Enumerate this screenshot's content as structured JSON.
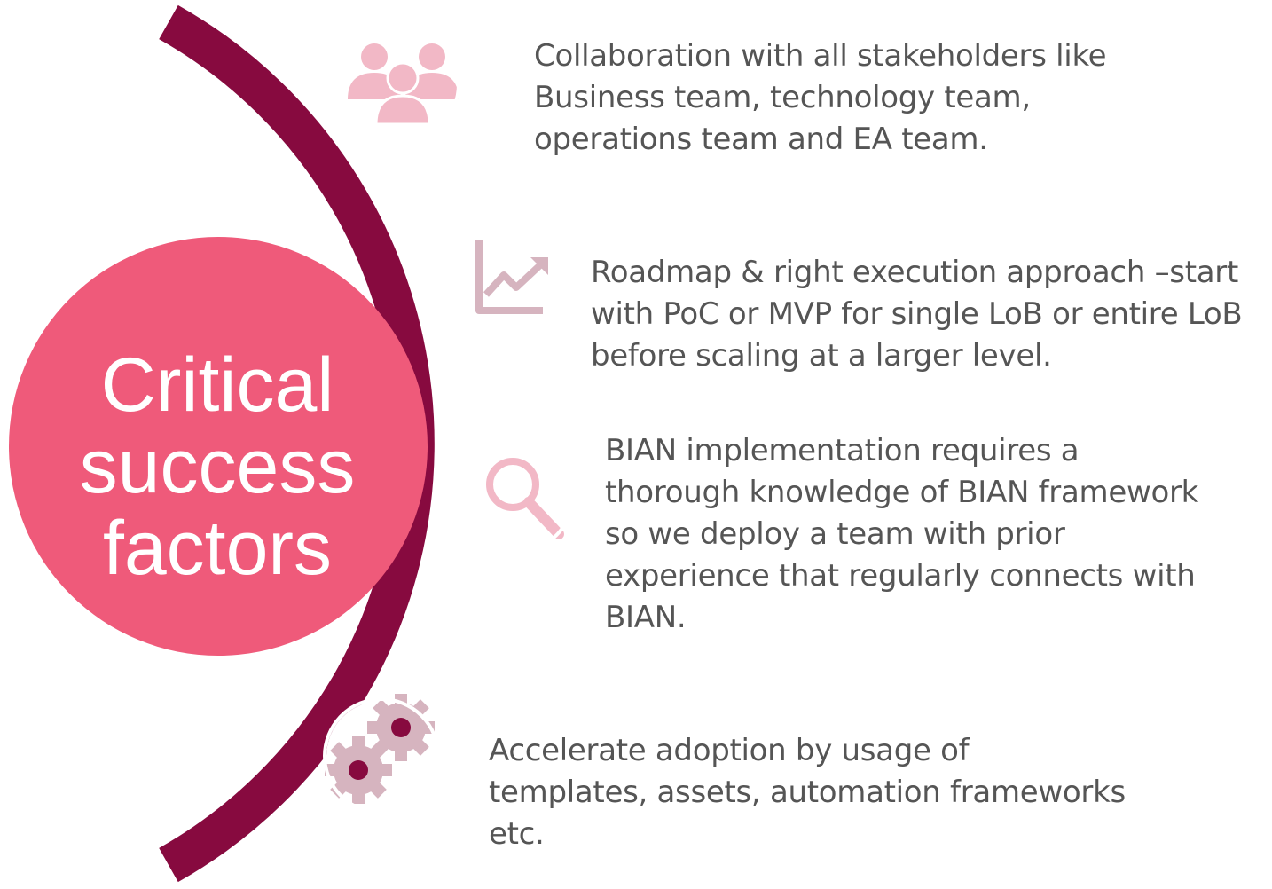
{
  "title_lines": [
    "Critical",
    "success",
    "factors"
  ],
  "factors": [
    {
      "icon": "people-group-icon",
      "lines": [
        "Collaboration with all stakeholders like",
        "Business team, technology team,",
        "operations team and EA team."
      ]
    },
    {
      "icon": "trend-chart-icon",
      "lines": [
        "Roadmap & right execution approach –start",
        "with PoC or MVP for single LoB or entire LoB",
        "before scaling at a larger level."
      ]
    },
    {
      "icon": "magnifier-icon",
      "lines": [
        "BIAN implementation requires a",
        "thorough knowledge of BIAN framework",
        "so we deploy a team with prior",
        "experience that regularly connects with",
        "BIAN."
      ]
    },
    {
      "icon": "gears-icon",
      "lines": [
        "Accelerate adoption by usage of",
        "templates, assets, automation frameworks",
        "etc."
      ]
    }
  ],
  "colors": {
    "arc": "#870a3f",
    "center_circle": "#ef5a7a",
    "icon_fill": "#f2b8c6",
    "icon_muted": "#d6b4bf",
    "text": "#555555"
  }
}
